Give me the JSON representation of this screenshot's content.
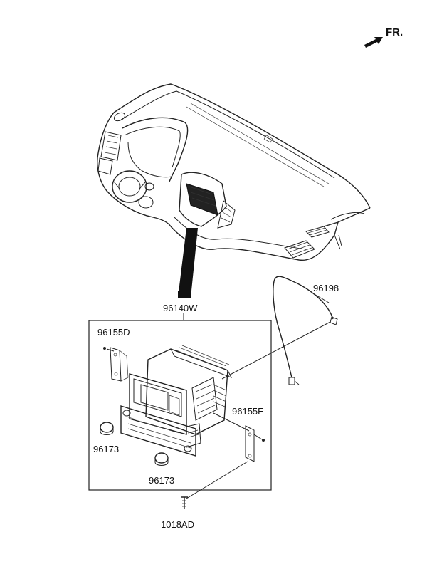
{
  "orientation": {
    "label": "FR.",
    "icon": "arrow-icon"
  },
  "parts": {
    "head_unit": "96140W",
    "bracket_left": "96155D",
    "bracket_right": "96155E",
    "knob_left": "96173",
    "knob_right": "96173",
    "cable": "96198",
    "screw": "1018AD"
  },
  "colors": {
    "line": "#222222",
    "background": "#ffffff"
  }
}
